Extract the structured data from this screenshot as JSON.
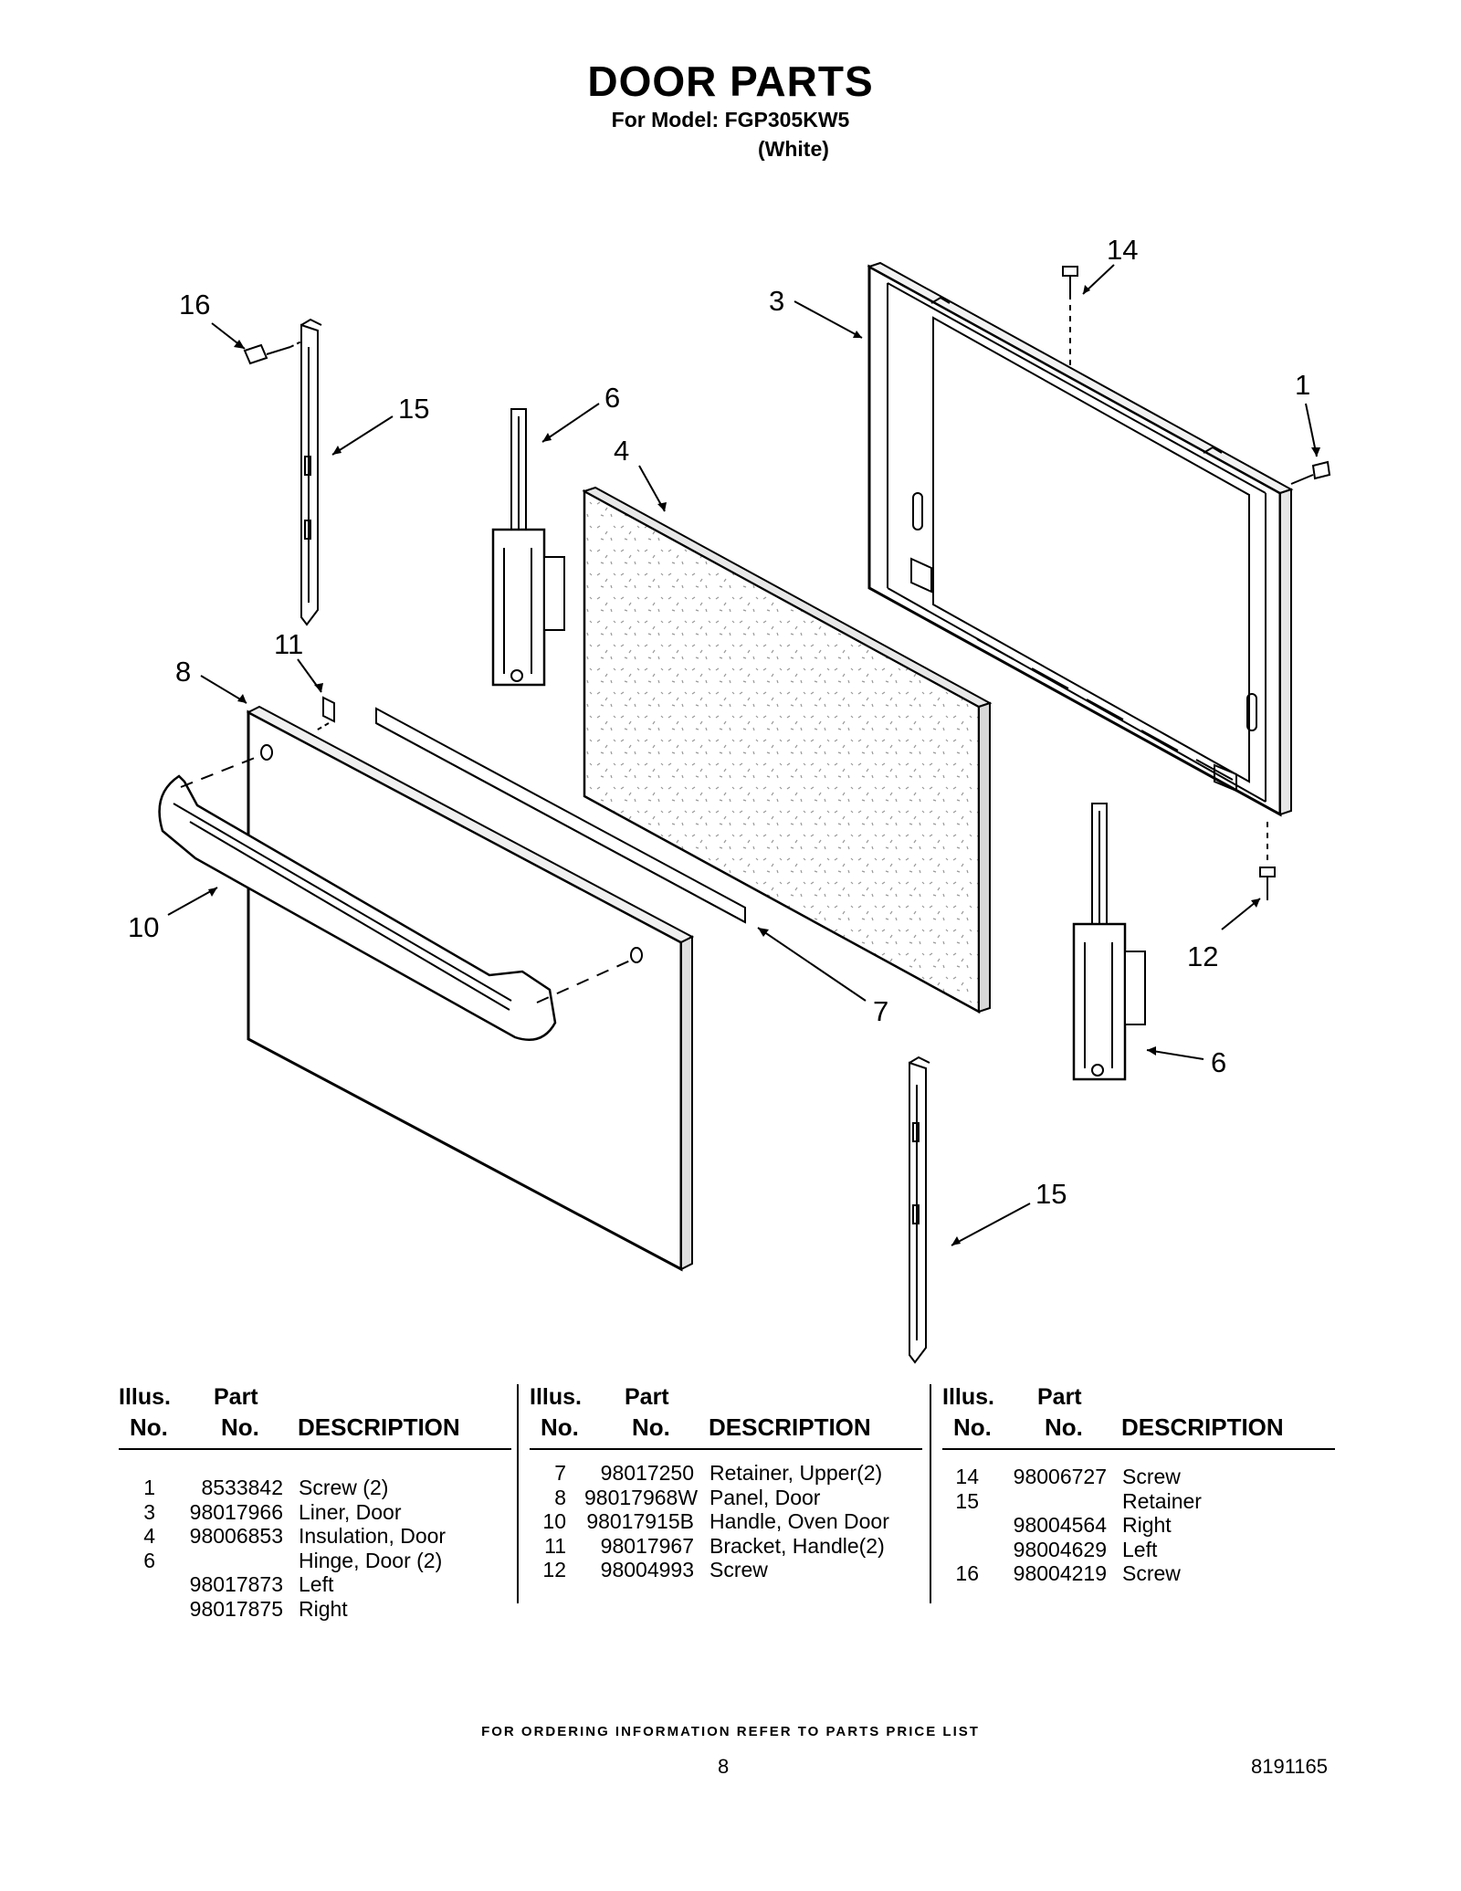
{
  "header": {
    "title": "DOOR PARTS",
    "model": "For Model: FGP305KW5",
    "color": "(White)"
  },
  "callouts": [
    "16",
    "15",
    "6",
    "4",
    "3",
    "14",
    "1",
    "11",
    "8",
    "10",
    "7",
    "12",
    "6",
    "15"
  ],
  "table": {
    "header": {
      "illus1": "Illus.",
      "illus2": "No.",
      "part1": "Part",
      "part2": "No.",
      "desc": "DESCRIPTION"
    },
    "columns": [
      {
        "rows": [
          {
            "no": "1",
            "part": "8533842",
            "desc": "Screw (2)"
          },
          {
            "no": "3",
            "part": "98017966",
            "desc": "Liner, Door"
          },
          {
            "no": "4",
            "part": "98006853",
            "desc": "Insulation, Door"
          },
          {
            "no": "6",
            "part": "",
            "desc": "Hinge, Door (2)"
          },
          {
            "no": "",
            "part": "98017873",
            "desc": "Left"
          },
          {
            "no": "",
            "part": "98017875",
            "desc": "Right"
          }
        ]
      },
      {
        "rows": [
          {
            "no": "7",
            "part": "98017250",
            "desc": "Retainer, Upper(2)"
          },
          {
            "no": "8",
            "part": "98017968W",
            "desc": "Panel, Door"
          },
          {
            "no": "10",
            "part": "98017915B",
            "desc": "Handle, Oven Door"
          },
          {
            "no": "11",
            "part": "98017967",
            "desc": "Bracket, Handle(2)"
          },
          {
            "no": "12",
            "part": "98004993",
            "desc": "Screw"
          }
        ]
      },
      {
        "rows": [
          {
            "no": "14",
            "part": "98006727",
            "desc": "Screw"
          },
          {
            "no": "15",
            "part": "",
            "desc": "Retainer"
          },
          {
            "no": "",
            "part": "98004564",
            "desc": "Right"
          },
          {
            "no": "",
            "part": "98004629",
            "desc": "Left"
          },
          {
            "no": "16",
            "part": "98004219",
            "desc": "Screw"
          }
        ]
      }
    ]
  },
  "footer": {
    "ordering": "FOR ORDERING INFORMATION REFER TO PARTS PRICE LIST",
    "page": "8",
    "doc_number": "8191165"
  }
}
